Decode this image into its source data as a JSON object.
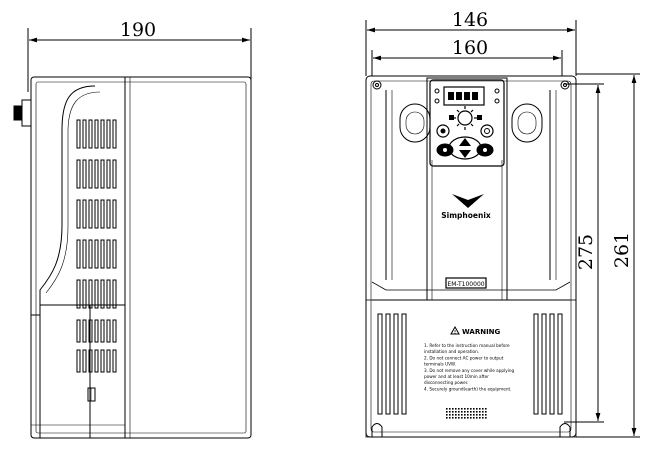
{
  "dimensions": {
    "side_depth": "190",
    "front_inner_width": "146",
    "front_outer_width": "160",
    "mount_height": "275",
    "total_height": "261"
  },
  "front_panel": {
    "brand": "Simphoenix",
    "model_plate": "EM-T100000",
    "warning_title": "WARNING",
    "warning_lines": [
      "1. Refer to the instruction manual before",
      "installation and operation.",
      "2. Do not connect AC power to output",
      "terminals UVW.",
      "3. Do not remove any cover while applying",
      "power and at least 10min after",
      "disconnecting power.",
      "4. Securely ground(earth) the equipment."
    ]
  },
  "colors": {
    "line": "#000000",
    "background": "#ffffff"
  }
}
